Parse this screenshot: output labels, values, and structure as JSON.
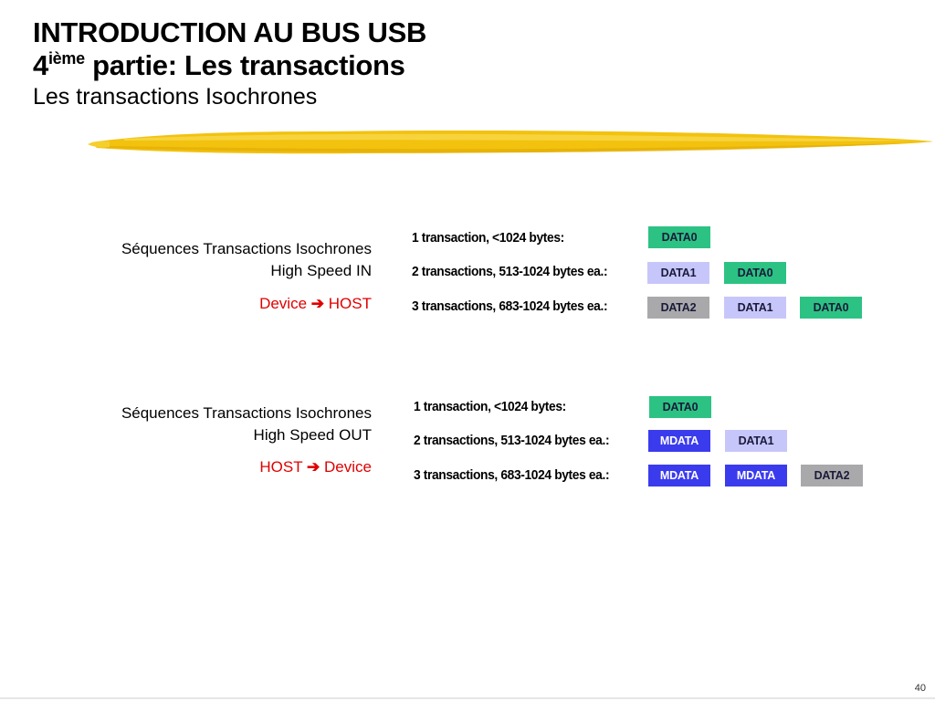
{
  "title": {
    "line1": "INTRODUCTION AU BUS USB",
    "line2_num": "4",
    "line2_sup": "ième",
    "line2_rest": " partie: Les transactions",
    "line3": "Les transactions Isochrones"
  },
  "sections": [
    {
      "label_line1": "Séquences Transactions Isochrones",
      "label_line2": "High Speed IN",
      "direction_from": "Device",
      "direction_to": "HOST",
      "rows": [
        {
          "label": "1 transaction, <1024 bytes:",
          "boxes": [
            {
              "text": "DATA0",
              "color": "#2cc283"
            }
          ]
        },
        {
          "label": "2 transactions, 513-1024 bytes ea.:",
          "boxes": [
            {
              "text": "DATA1",
              "color": "#c7c6fa"
            },
            {
              "text": "DATA0",
              "color": "#2cc283"
            }
          ]
        },
        {
          "label": "3 transactions, 683-1024 bytes ea.:",
          "boxes": [
            {
              "text": "DATA2",
              "color": "#a9a9ab"
            },
            {
              "text": "DATA1",
              "color": "#c7c6fa"
            },
            {
              "text": "DATA0",
              "color": "#2cc283"
            }
          ]
        }
      ]
    },
    {
      "label_line1": "Séquences Transactions Isochrones",
      "label_line2": "High Speed OUT",
      "direction_from": "HOST",
      "direction_to": "Device",
      "rows": [
        {
          "label": "1 transaction, <1024 bytes:",
          "boxes": [
            {
              "text": "DATA0",
              "color": "#2cc283"
            }
          ]
        },
        {
          "label": "2 transactions, 513-1024 bytes ea.:",
          "boxes": [
            {
              "text": "MDATA",
              "color": "#3b3bee"
            },
            {
              "text": "DATA1",
              "color": "#c7c6fa"
            }
          ]
        },
        {
          "label": "3 transactions, 683-1024 bytes ea.:",
          "boxes": [
            {
              "text": "MDATA",
              "color": "#3b3bee"
            },
            {
              "text": "MDATA",
              "color": "#3b3bee"
            },
            {
              "text": "DATA2",
              "color": "#a9a9ab"
            }
          ]
        }
      ]
    }
  ],
  "page_number": "40",
  "colors": {
    "accent_stroke": "#f2c20f",
    "direction_text": "#e00000",
    "data0": "#2cc283",
    "data1": "#c7c6fa",
    "data2": "#a9a9ab",
    "mdata": "#3b3bee"
  }
}
